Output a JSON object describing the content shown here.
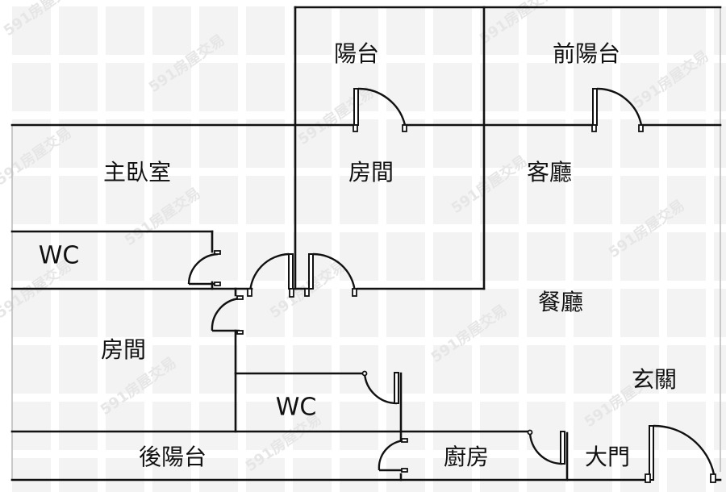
{
  "plan": {
    "title": "Floor plan",
    "watermark": "591房屋交易",
    "rooms": [
      {
        "id": "balcony",
        "label": "陽台"
      },
      {
        "id": "front-balcony",
        "label": "前陽台"
      },
      {
        "id": "master-bedroom",
        "label": "主臥室"
      },
      {
        "id": "bedroom-middle",
        "label": "房間"
      },
      {
        "id": "living-room",
        "label": "客廳"
      },
      {
        "id": "wc-upper",
        "label": "WC"
      },
      {
        "id": "dining-room",
        "label": "餐廳"
      },
      {
        "id": "bedroom-lower",
        "label": "房間"
      },
      {
        "id": "entrance",
        "label": "玄關"
      },
      {
        "id": "wc-lower",
        "label": "WC"
      },
      {
        "id": "rear-balcony",
        "label": "後陽台"
      },
      {
        "id": "kitchen",
        "label": "廚房"
      },
      {
        "id": "main-door",
        "label": "大門"
      }
    ]
  },
  "colors": {
    "wall": "#111111",
    "background": "#ffffff",
    "watermark": "#e6e6e6"
  }
}
